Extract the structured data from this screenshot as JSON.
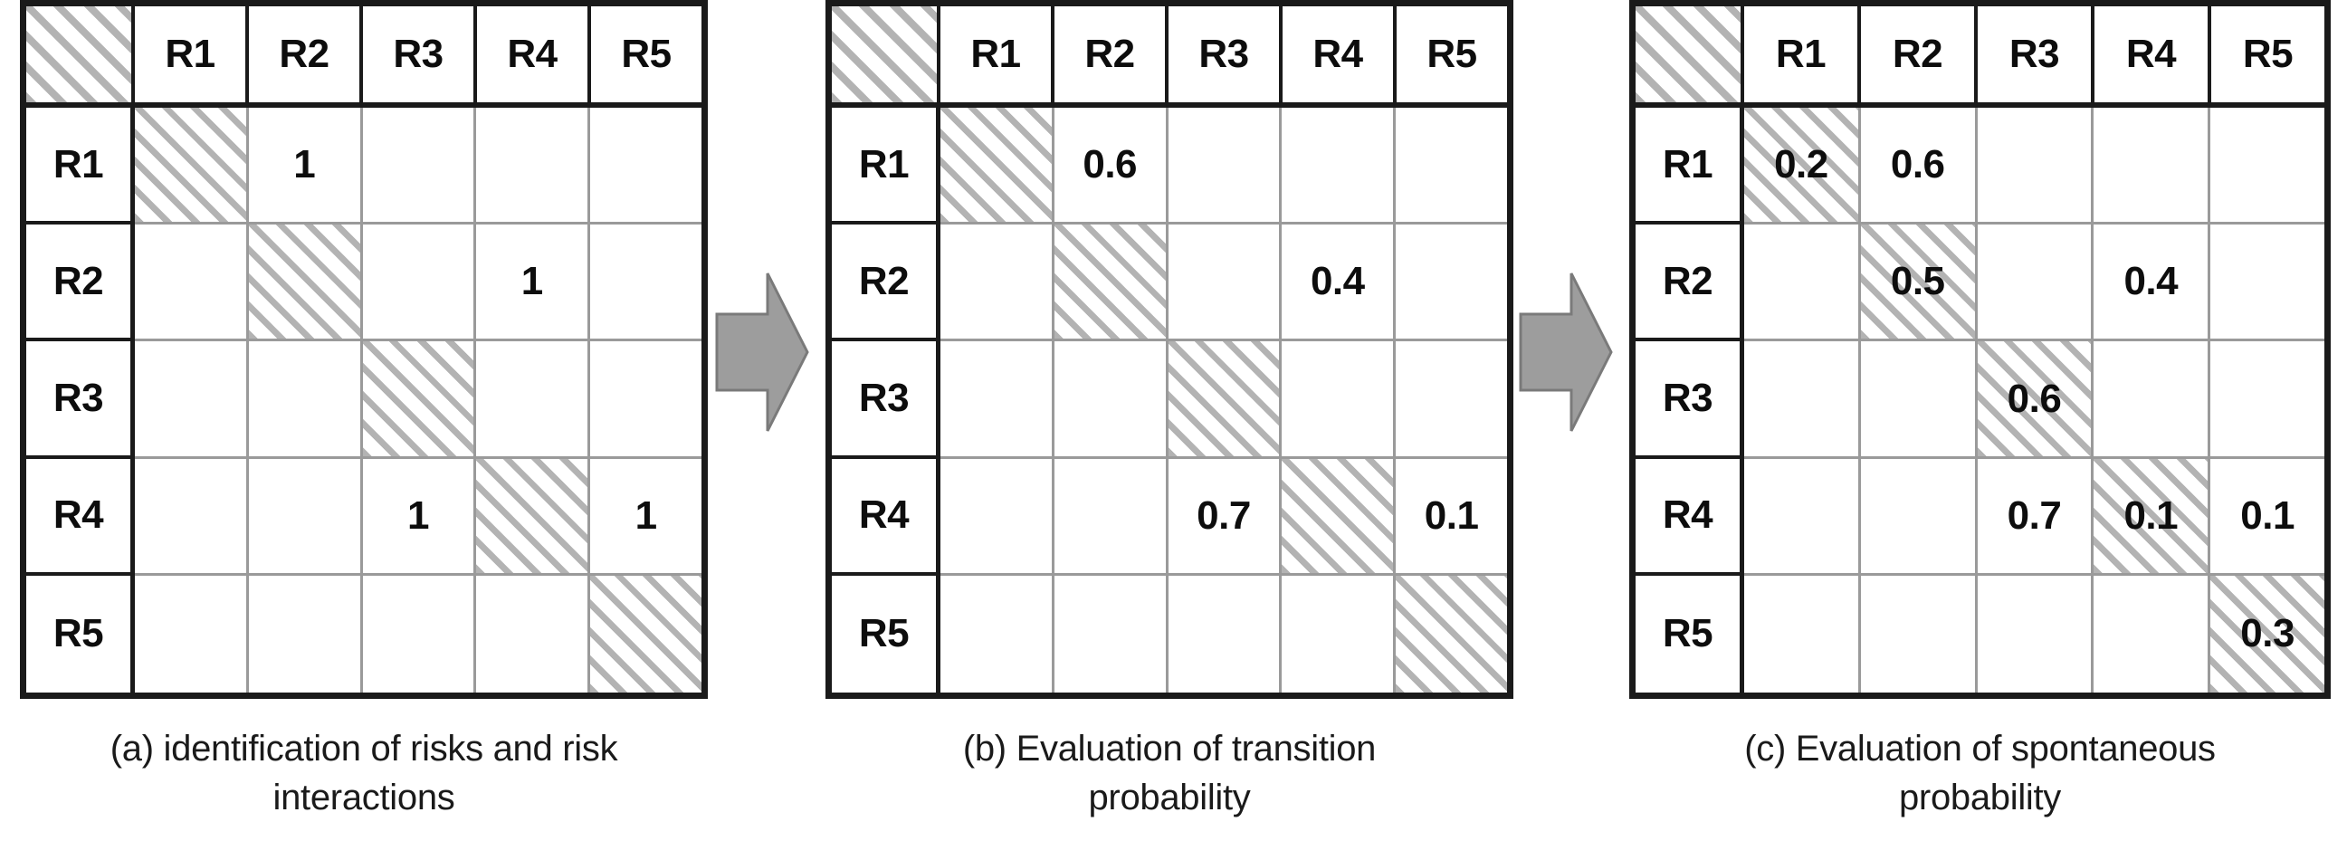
{
  "figure": {
    "risks": [
      "R1",
      "R2",
      "R3",
      "R4",
      "R5"
    ],
    "arrow_color": "#9d9d9d",
    "arrow_border_color": "#7a7a7a",
    "hatch_color": "#b3b3b3",
    "border_color": "#1a1a1a",
    "grid_color": "#9a9a9a",
    "corner_cell_label": ""
  },
  "chart_data": {
    "type": "table",
    "title": "Risk interaction matrices",
    "panels": [
      {
        "id": "a",
        "caption": "(a) identification of risks and risk interactions",
        "caption_line1": "(a) identification of risks and risk",
        "caption_line2": "interactions",
        "columns": [
          "R1",
          "R2",
          "R3",
          "R4",
          "R5"
        ],
        "rows": [
          "R1",
          "R2",
          "R3",
          "R4",
          "R5"
        ],
        "diagonal_hatched": true,
        "diagonal_values": [
          "",
          "",
          "",
          "",
          ""
        ],
        "values": [
          [
            "",
            "1",
            "",
            "",
            ""
          ],
          [
            "",
            "",
            "",
            "1",
            ""
          ],
          [
            "",
            "",
            "",
            "",
            ""
          ],
          [
            "",
            "",
            "1",
            "",
            "1"
          ],
          [
            "",
            "",
            "",
            "",
            ""
          ]
        ]
      },
      {
        "id": "b",
        "caption": "(b) Evaluation of transition probability",
        "caption_line1": "(b) Evaluation of transition",
        "caption_line2": "probability",
        "columns": [
          "R1",
          "R2",
          "R3",
          "R4",
          "R5"
        ],
        "rows": [
          "R1",
          "R2",
          "R3",
          "R4",
          "R5"
        ],
        "diagonal_hatched": true,
        "diagonal_values": [
          "",
          "",
          "",
          "",
          ""
        ],
        "values": [
          [
            "",
            "0.6",
            "",
            "",
            ""
          ],
          [
            "",
            "",
            "",
            "0.4",
            ""
          ],
          [
            "",
            "",
            "",
            "",
            ""
          ],
          [
            "",
            "",
            "0.7",
            "",
            "0.1"
          ],
          [
            "",
            "",
            "",
            "",
            ""
          ]
        ]
      },
      {
        "id": "c",
        "caption": "(c) Evaluation of spontaneous probability",
        "caption_line1": "(c) Evaluation of spontaneous",
        "caption_line2": "probability",
        "columns": [
          "R1",
          "R2",
          "R3",
          "R4",
          "R5"
        ],
        "rows": [
          "R1",
          "R2",
          "R3",
          "R4",
          "R5"
        ],
        "diagonal_hatched": true,
        "diagonal_values": [
          "0.2",
          "0.5",
          "0.6",
          "0.1",
          "0.3"
        ],
        "values": [
          [
            "0.2",
            "0.6",
            "",
            "",
            ""
          ],
          [
            "",
            "0.5",
            "",
            "0.4",
            ""
          ],
          [
            "",
            "",
            "0.6",
            "",
            ""
          ],
          [
            "",
            "",
            "0.7",
            "0.1",
            "0.1"
          ],
          [
            "",
            "",
            "",
            "",
            "0.3"
          ]
        ]
      }
    ]
  }
}
